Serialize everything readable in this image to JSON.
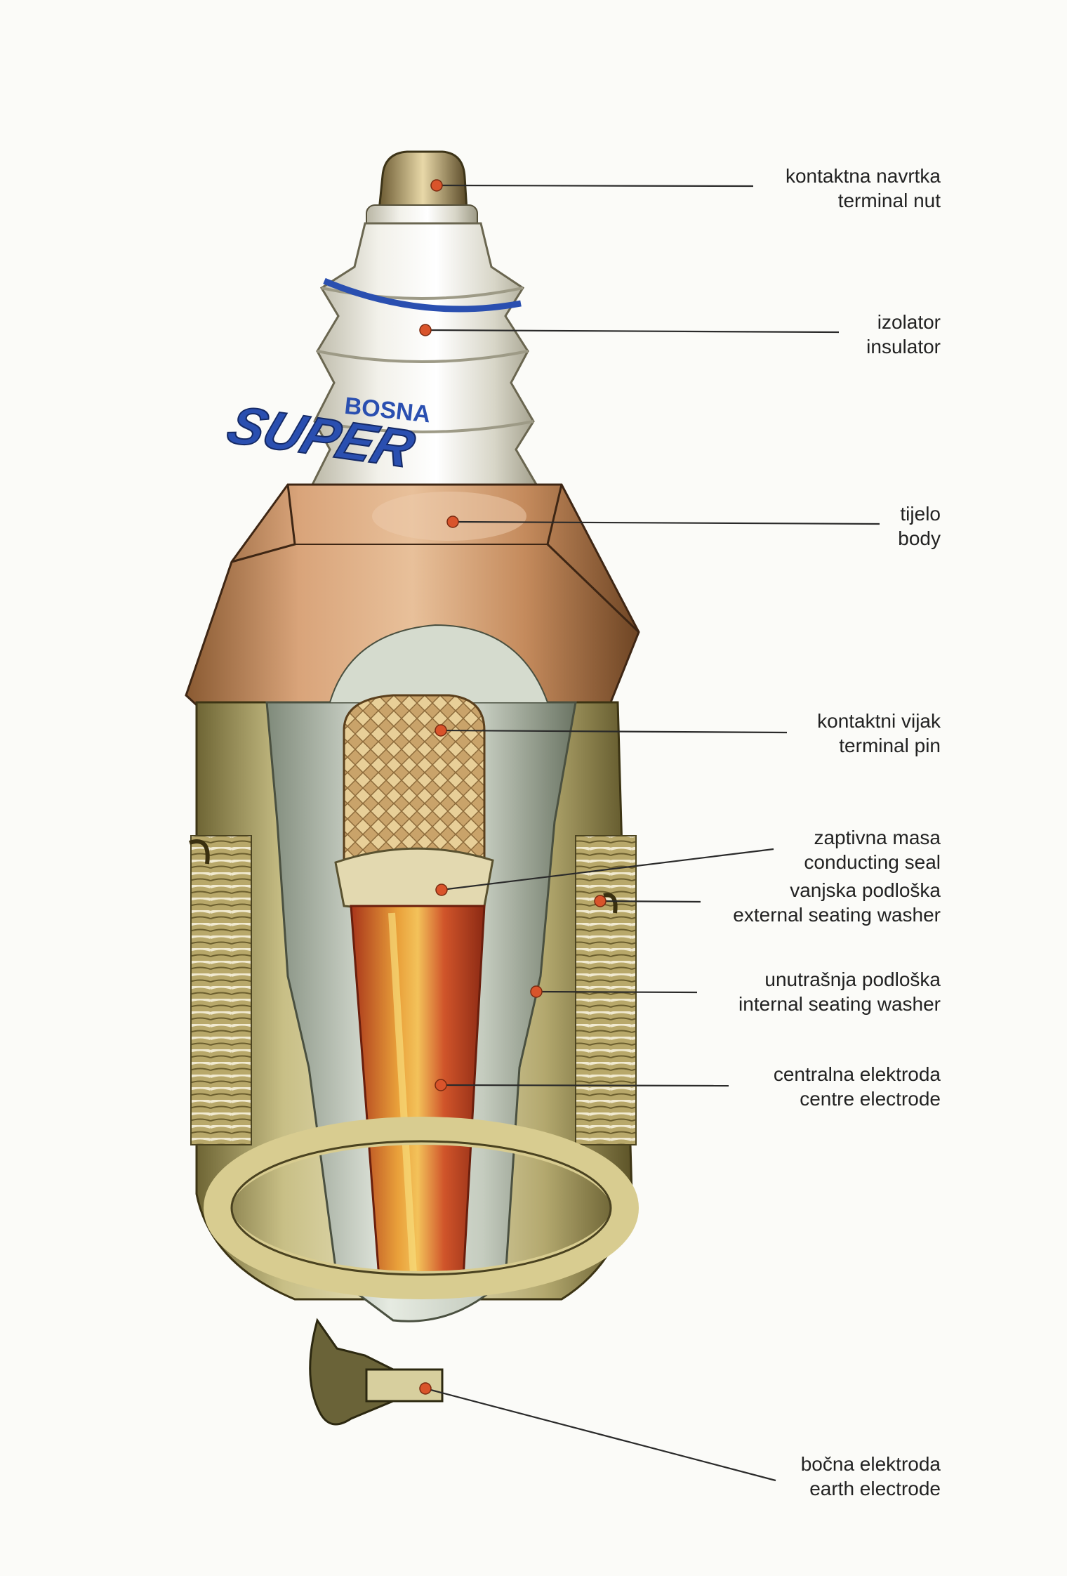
{
  "brand": {
    "logo_text_top": "BOSNA",
    "logo_text_main": "SUPER"
  },
  "colors": {
    "callout_dot": "#d9542b",
    "leader_line": "#2a2a2a",
    "label_text": "#222222",
    "logo_blue": "#2a4fb0",
    "copper": "#c65a2a"
  },
  "callouts": [
    {
      "local": "kontaktna navrtka",
      "english": "terminal nut"
    },
    {
      "local": "izolator",
      "english": "insulator"
    },
    {
      "local": "tijelo",
      "english": "body"
    },
    {
      "local": "kontaktni vijak",
      "english": "terminal pin"
    },
    {
      "local": "zaptivna masa",
      "english": "conducting seal"
    },
    {
      "local": "vanjska podloška",
      "english": "external seating washer"
    },
    {
      "local": "unutrašnja podloška",
      "english": "internal seating washer"
    },
    {
      "local": "centralna elektroda",
      "english": "centre electrode"
    },
    {
      "local": "bočna elektroda",
      "english": "earth electrode"
    }
  ]
}
